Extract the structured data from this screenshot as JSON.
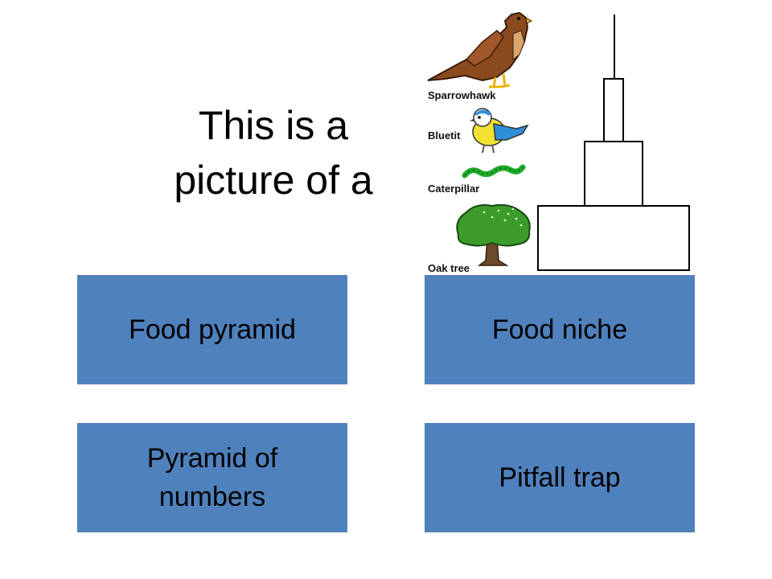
{
  "question": {
    "line1": "This is a",
    "line2": "picture of a"
  },
  "food_chain": {
    "organisms": [
      {
        "label": "Sparrowhawk",
        "icon": "sparrowhawk-icon"
      },
      {
        "label": "Bluetit",
        "icon": "bluetit-icon"
      },
      {
        "label": "Caterpillar",
        "icon": "caterpillar-icon"
      },
      {
        "label": "Oak tree",
        "icon": "oak-tree-icon"
      }
    ]
  },
  "answers": [
    {
      "lines": [
        "Food pyramid"
      ]
    },
    {
      "lines": [
        "Food niche"
      ]
    },
    {
      "lines": [
        "Pyramid of",
        "numbers"
      ]
    },
    {
      "lines": [
        "Pitfall trap"
      ]
    }
  ],
  "colors": {
    "answer_box": "#4f81bd",
    "background": "#ffffff"
  }
}
